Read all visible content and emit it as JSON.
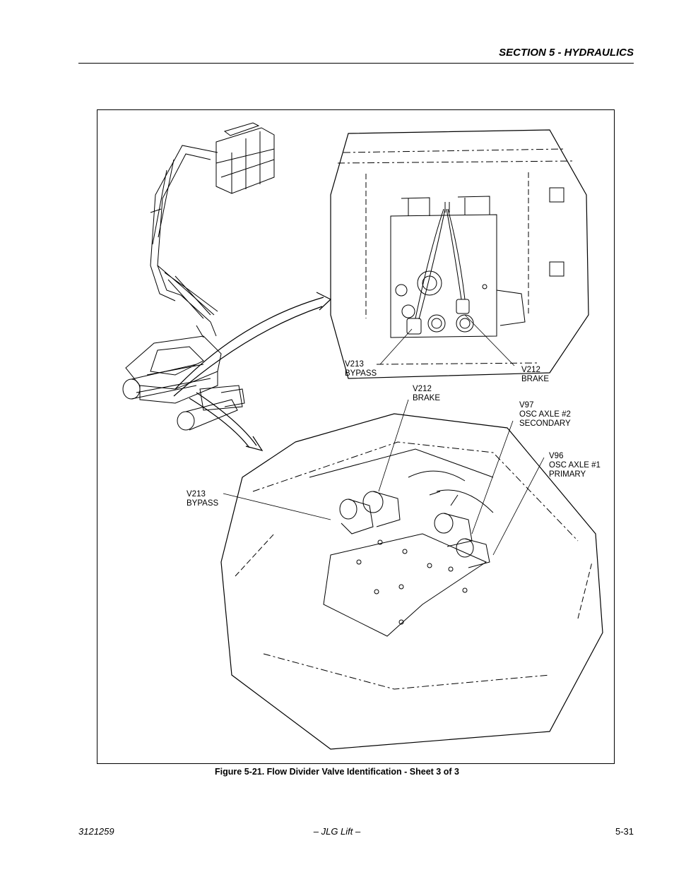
{
  "header": {
    "section_title": "SECTION 5 - HYDRAULICS"
  },
  "figure": {
    "caption": "Figure 5-21.  Flow Divider Valve Identification - Sheet 3 of 3",
    "callouts": {
      "top_v213": "V213\nBYPASS",
      "top_v212": "V212\nBRAKE",
      "mid_v212": "V212\nBRAKE",
      "v97": "V97\nOSC AXLE #2\nSECONDARY",
      "v96": "V96\nOSC AXLE #1\nPRIMARY",
      "bottom_v213": "V213\nBYPASS"
    }
  },
  "footer": {
    "doc_number": "3121259",
    "center": "– JLG Lift –",
    "page": "5-31"
  }
}
